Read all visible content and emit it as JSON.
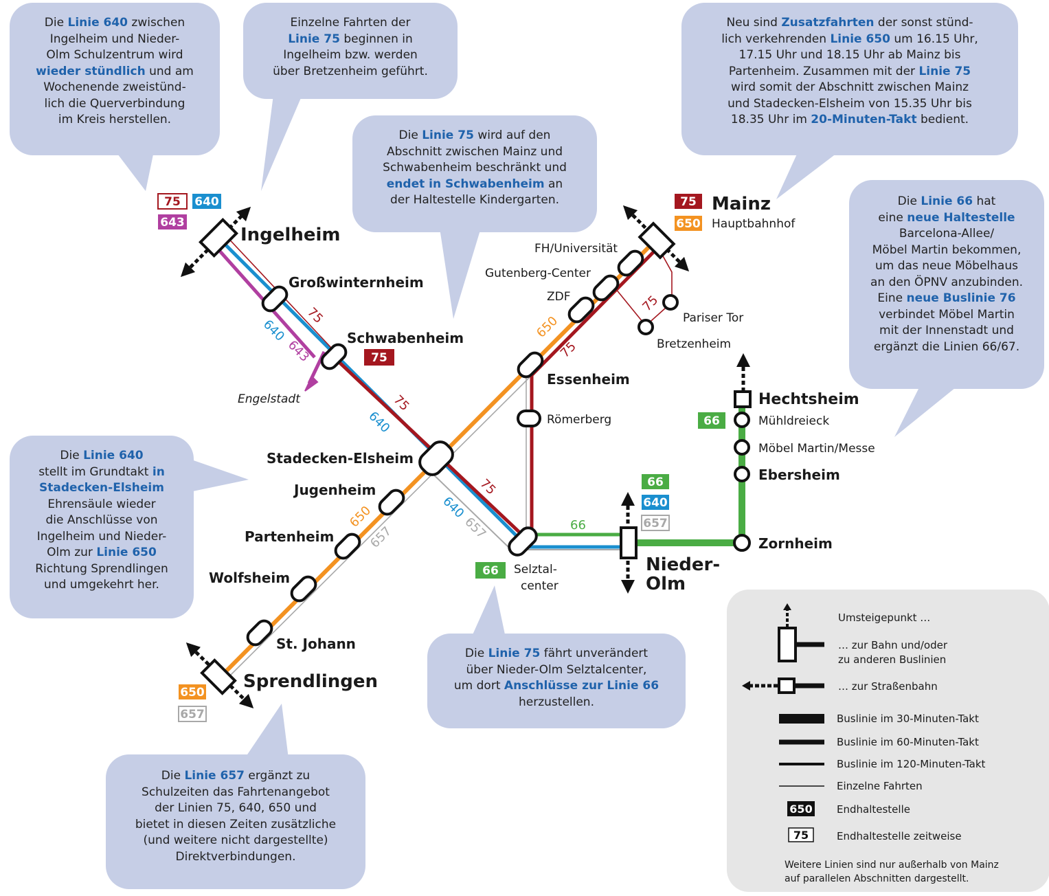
{
  "colors": {
    "line75": "#a4171f",
    "line640": "#1a8fcf",
    "line643": "#b03fa0",
    "line650": "#f39221",
    "line657": "#a8a8a8",
    "line66": "#4aac44",
    "bubble": "#c6cee6",
    "highlight": "#1f62ab",
    "legend_bg": "#e6e6e6"
  },
  "bubbles": {
    "b640": [
      [
        {
          "t": "Die "
        },
        {
          "t": "Linie 640",
          "h": true
        },
        {
          "t": " zwischen"
        }
      ],
      [
        {
          "t": "Ingelheim und Nieder-"
        }
      ],
      [
        {
          "t": "Olm Schulzentrum wird"
        }
      ],
      [
        {
          "t": "wieder stündlich",
          "h": true
        },
        {
          "t": " und am"
        }
      ],
      [
        {
          "t": "Wochenende zweistünd-"
        }
      ],
      [
        {
          "t": "lich die Querverbindung"
        }
      ],
      [
        {
          "t": "im Kreis herstellen."
        }
      ]
    ],
    "b75ing": [
      [
        {
          "t": "Einzelne Fahrten der"
        }
      ],
      [
        {
          "t": "Linie 75",
          "h": true
        },
        {
          "t": " beginnen in"
        }
      ],
      [
        {
          "t": "Ingelheim bzw. werden"
        }
      ],
      [
        {
          "t": "über Bretzenheim geführt."
        }
      ]
    ],
    "b75schw": [
      [
        {
          "t": "Die "
        },
        {
          "t": "Linie 75",
          "h": true
        },
        {
          "t": " wird auf den"
        }
      ],
      [
        {
          "t": "Abschnitt zwischen Mainz und"
        }
      ],
      [
        {
          "t": "Schwabenheim beschränkt und"
        }
      ],
      [
        {
          "t": "endet in Schwabenheim",
          "h": true
        },
        {
          "t": " an"
        }
      ],
      [
        {
          "t": "der Haltestelle Kindergarten."
        }
      ]
    ],
    "b650": [
      [
        {
          "t": "Neu sind "
        },
        {
          "t": "Zusatzfahrten",
          "h": true
        },
        {
          "t": " der sonst stünd-"
        }
      ],
      [
        {
          "t": "lich verkehrenden "
        },
        {
          "t": "Linie 650",
          "h": true
        },
        {
          "t": " um 16.15 Uhr,"
        }
      ],
      [
        {
          "t": "17.15 Uhr und 18.15 Uhr ab Mainz bis"
        }
      ],
      [
        {
          "t": "Partenheim. Zusammen mit der "
        },
        {
          "t": "Linie 75",
          "h": true
        }
      ],
      [
        {
          "t": "wird somit der Abschnitt zwischen Mainz"
        }
      ],
      [
        {
          "t": "und Stadecken-Elsheim von 15.35 Uhr bis"
        }
      ],
      [
        {
          "t": "18.35 Uhr im "
        },
        {
          "t": "20-Minuten-Takt",
          "h": true
        },
        {
          "t": " bedient."
        }
      ]
    ],
    "b66": [
      [
        {
          "t": "Die "
        },
        {
          "t": "Linie 66",
          "h": true
        },
        {
          "t": " hat"
        }
      ],
      [
        {
          "t": "eine "
        },
        {
          "t": "neue Haltestelle",
          "h": true
        }
      ],
      [
        {
          "t": "Barcelona-Allee/"
        }
      ],
      [
        {
          "t": "Möbel Martin bekommen,"
        }
      ],
      [
        {
          "t": "um das neue Möbelhaus"
        }
      ],
      [
        {
          "t": "an den ÖPNV anzubinden."
        }
      ],
      [
        {
          "t": "Eine "
        },
        {
          "t": "neue Buslinie 76",
          "h": true
        }
      ],
      [
        {
          "t": "verbindet Möbel Martin"
        }
      ],
      [
        {
          "t": "mit der Innenstadt und"
        }
      ],
      [
        {
          "t": "ergänzt die Linien 66/67."
        }
      ]
    ],
    "b640stad": [
      [
        {
          "t": "Die "
        },
        {
          "t": "Linie 640",
          "h": true
        }
      ],
      [
        {
          "t": "stellt im Grundtakt "
        },
        {
          "t": "in",
          "h": true
        }
      ],
      [
        {
          "t": "Stadecken-Elsheim",
          "h": true
        }
      ],
      [
        {
          "t": "Ehrensäule wieder"
        }
      ],
      [
        {
          "t": "die Anschlüsse von"
        }
      ],
      [
        {
          "t": "Ingelheim und Nieder-"
        }
      ],
      [
        {
          "t": "Olm zur "
        },
        {
          "t": "Linie 650",
          "h": true
        }
      ],
      [
        {
          "t": "Richtung Sprendlingen"
        }
      ],
      [
        {
          "t": "und umgekehrt her."
        }
      ]
    ],
    "b75selz": [
      [
        {
          "t": "Die "
        },
        {
          "t": "Linie 75",
          "h": true
        },
        {
          "t": " fährt unverändert"
        }
      ],
      [
        {
          "t": "über Nieder-Olm Selztalcenter,"
        }
      ],
      [
        {
          "t": "um dort "
        },
        {
          "t": "Anschlüsse zur Linie 66",
          "h": true
        }
      ],
      [
        {
          "t": "herzustellen."
        }
      ]
    ],
    "b657": [
      [
        {
          "t": "Die "
        },
        {
          "t": "Linie 657",
          "h": true
        },
        {
          "t": " ergänzt zu"
        }
      ],
      [
        {
          "t": "Schulzeiten das Fahrtenangebot"
        }
      ],
      [
        {
          "t": "der Linien 75, 640, 650 und"
        }
      ],
      [
        {
          "t": "bietet in diesen Zeiten zusätzliche"
        }
      ],
      [
        {
          "t": "(und weitere nicht dargestellte)"
        }
      ],
      [
        {
          "t": "Direktverbindungen."
        }
      ]
    ]
  },
  "stations": {
    "ingelheim": "Ingelheim",
    "grosswinternheim": "Großwinternheim",
    "schwabenheim": "Schwabenheim",
    "engelstadt": "Engelstadt",
    "stadecken": "Stadecken-Elsheim",
    "jugenheim": "Jugenheim",
    "partenheim": "Partenheim",
    "wolfsheim": "Wolfsheim",
    "st_johann": "St. Johann",
    "sprendlingen": "Sprendlingen",
    "essenheim": "Essenheim",
    "roemerberg": "Römerberg",
    "selztal_1": "Selztal-",
    "selztal_2": "center",
    "nieder_olm_1": "Nieder-",
    "nieder_olm_2": "Olm",
    "zornheim": "Zornheim",
    "ebersheim": "Ebersheim",
    "moebel": "Möbel Martin/Messe",
    "muehldreieck": "Mühldreieck",
    "hechtsheim": "Hechtsheim",
    "zdf": "ZDF",
    "gutenberg": "Gutenberg-Center",
    "fh": "FH/Universität",
    "mainz": "Mainz",
    "hbf": "Hauptbahnhof",
    "pariser_tor": "Pariser Tor",
    "bretzenheim": "Bretzenheim"
  },
  "badges": {
    "ing_75": "75",
    "ing_640": "640",
    "ing_643": "643",
    "schw_75": "75",
    "mainz_75": "75",
    "mainz_650": "650",
    "no_66": "66",
    "no_640": "640",
    "no_657": "657",
    "selz_66": "66",
    "hecht_66": "66",
    "spr_650": "650",
    "spr_657": "657"
  },
  "line_labels": {
    "l75_a": "75",
    "l640_a": "640",
    "l643_a": "643",
    "l75_b": "75",
    "l640_b": "640",
    "l75_c": "75",
    "l640_c": "640",
    "l657_c": "657",
    "l650_d": "650",
    "l657_d": "657",
    "l650_e": "650",
    "l75_e": "75",
    "l75_f": "75",
    "l66": "66"
  },
  "legend": {
    "transfer": "Umsteigepunkt …",
    "rail_1": "… zur Bahn und/oder",
    "rail_2": "zu anderen Buslinien",
    "tram": "… zur Straßenbahn",
    "bus30": "Buslinie im 30-Minuten-Takt",
    "bus60": "Buslinie im 60-Minuten-Takt",
    "bus120": "Buslinie im 120-Minuten-Takt",
    "single": "Einzelne Fahrten",
    "end_badge": "650",
    "end": "Endhaltestelle",
    "end_temp_badge": "75",
    "end_temp": "Endhaltestelle zeitweise",
    "note_1": "Weitere Linien sind nur außerhalb von Mainz",
    "note_2": "auf parallelen Abschnitten dargestellt."
  }
}
